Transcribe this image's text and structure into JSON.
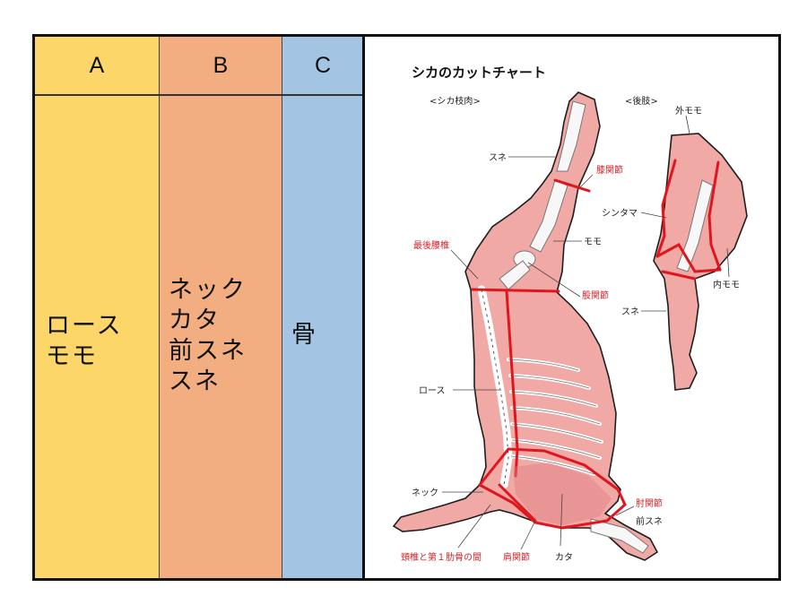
{
  "table": {
    "columns": [
      {
        "header": "A",
        "color": "#fcd668",
        "items": "ロース\nモモ"
      },
      {
        "header": "B",
        "color": "#f2ae80",
        "items": "ネック\nカタ\n前スネ\nスネ"
      },
      {
        "header": "C",
        "color": "#a4c4e4",
        "items": "骨"
      }
    ]
  },
  "chart": {
    "title": "シカのカットチャート",
    "subtitle_left": "<シカ枝肉>",
    "subtitle_right": "<後肢>",
    "labels": {
      "sune": "スネ",
      "shitsu_kansetsu": "膝関節",
      "momo": "モモ",
      "saigo_yotsui": "最後腰椎",
      "kokansetsu": "股関節",
      "rosu": "ロース",
      "neck": "ネック",
      "hijikansetsu": "肘関節",
      "mae_sune": "前スネ",
      "keitsui": "頸椎と第１肋骨の間",
      "kenkansetsu": "肩関節",
      "kata": "カタ",
      "soto_momo": "外モモ",
      "shintama": "シンタマ",
      "uchi_momo": "内モモ",
      "sune_hind": "スネ"
    },
    "colors": {
      "meat": "#f1a9a6",
      "cut_line": "#e0161e",
      "bone": "#f7f7f7",
      "red_label": "#d3232a"
    }
  }
}
